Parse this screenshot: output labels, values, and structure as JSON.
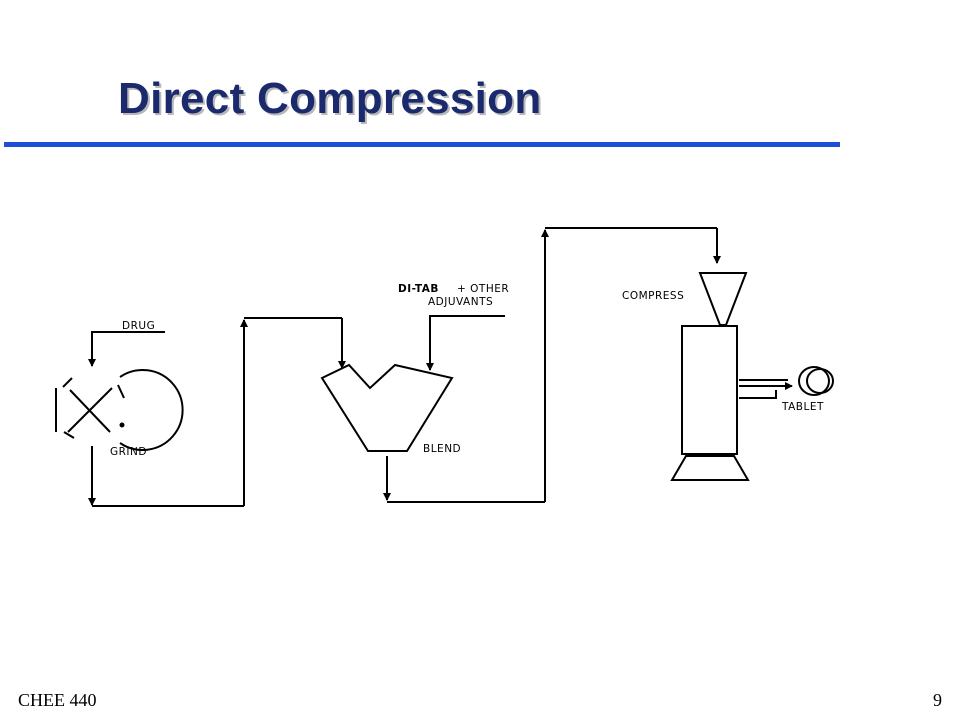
{
  "slide": {
    "title": "Direct Compression",
    "course": "CHEE 440",
    "page_number": "9"
  },
  "diagram": {
    "labels": {
      "drug": "DRUG",
      "grind": "GRIND",
      "ditab": "DI-TAB",
      "other": "+ OTHER",
      "adjuvants": "ADJUVANTS",
      "blend": "BLEND",
      "compress": "COMPRESS",
      "tablet": "TABLET"
    }
  }
}
